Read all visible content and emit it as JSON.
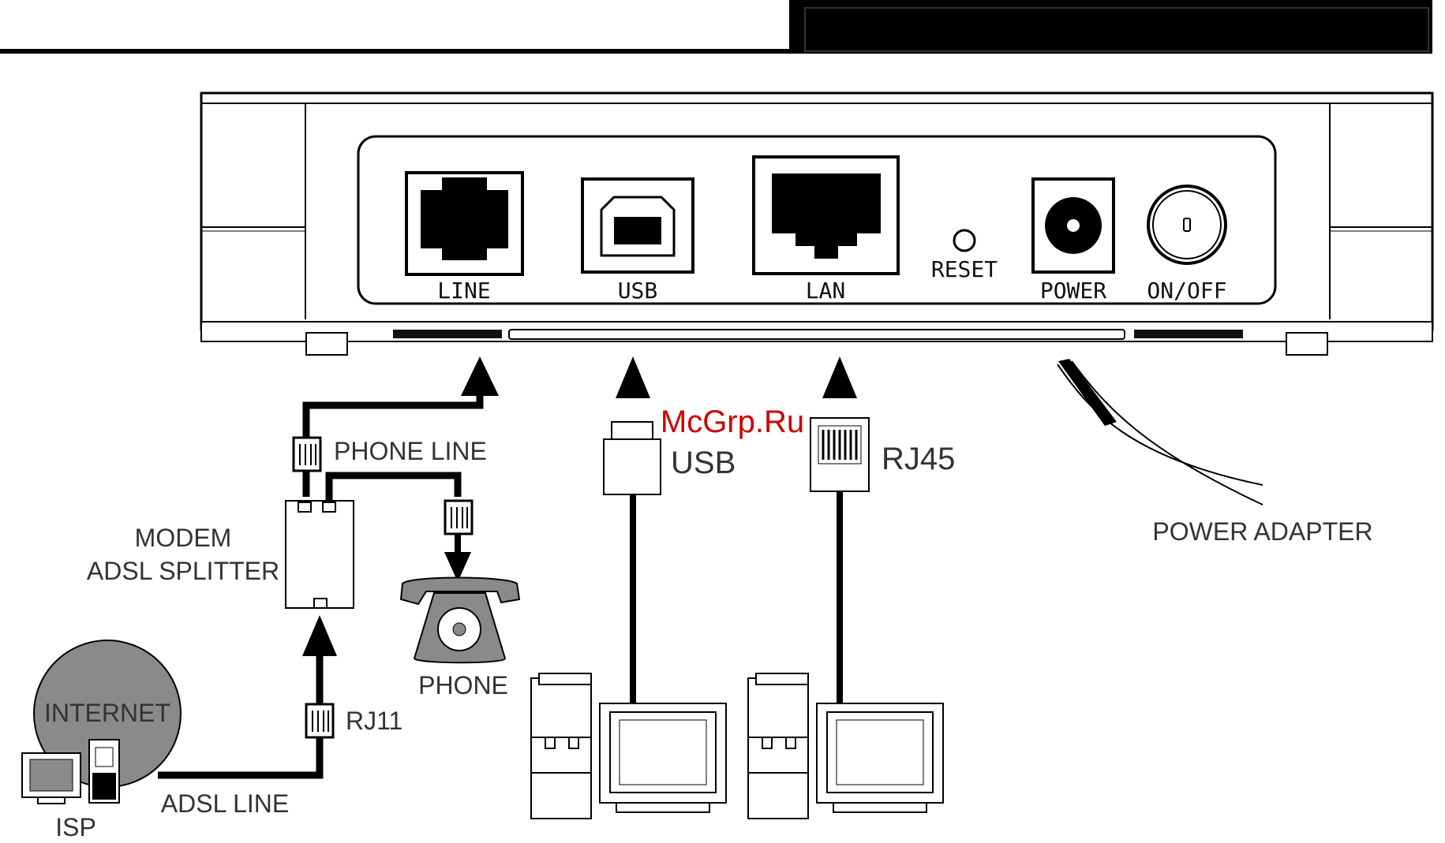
{
  "diagram": {
    "router_ports": {
      "line": "LINE",
      "usb": "USB",
      "lan": "LAN",
      "reset": "RESET",
      "power": "POWER",
      "on_off": "ON/OFF"
    },
    "labels": {
      "phone_line": "PHONE LINE",
      "modem_line1": "MODEM",
      "modem_line2": "ADSL SPLITTER",
      "phone": "PHONE",
      "rj11": "RJ11",
      "internet": "INTERNET",
      "isp": "ISP",
      "adsl_line": "ADSL LINE",
      "usb": "USB",
      "rj45": "RJ45",
      "power_adapter": "POWER ADAPTER"
    },
    "watermark": "McGrp.Ru"
  },
  "colors": {
    "ink": "#000000",
    "gray_fill": "#8a8a8a",
    "watermark": "#cc0000"
  }
}
